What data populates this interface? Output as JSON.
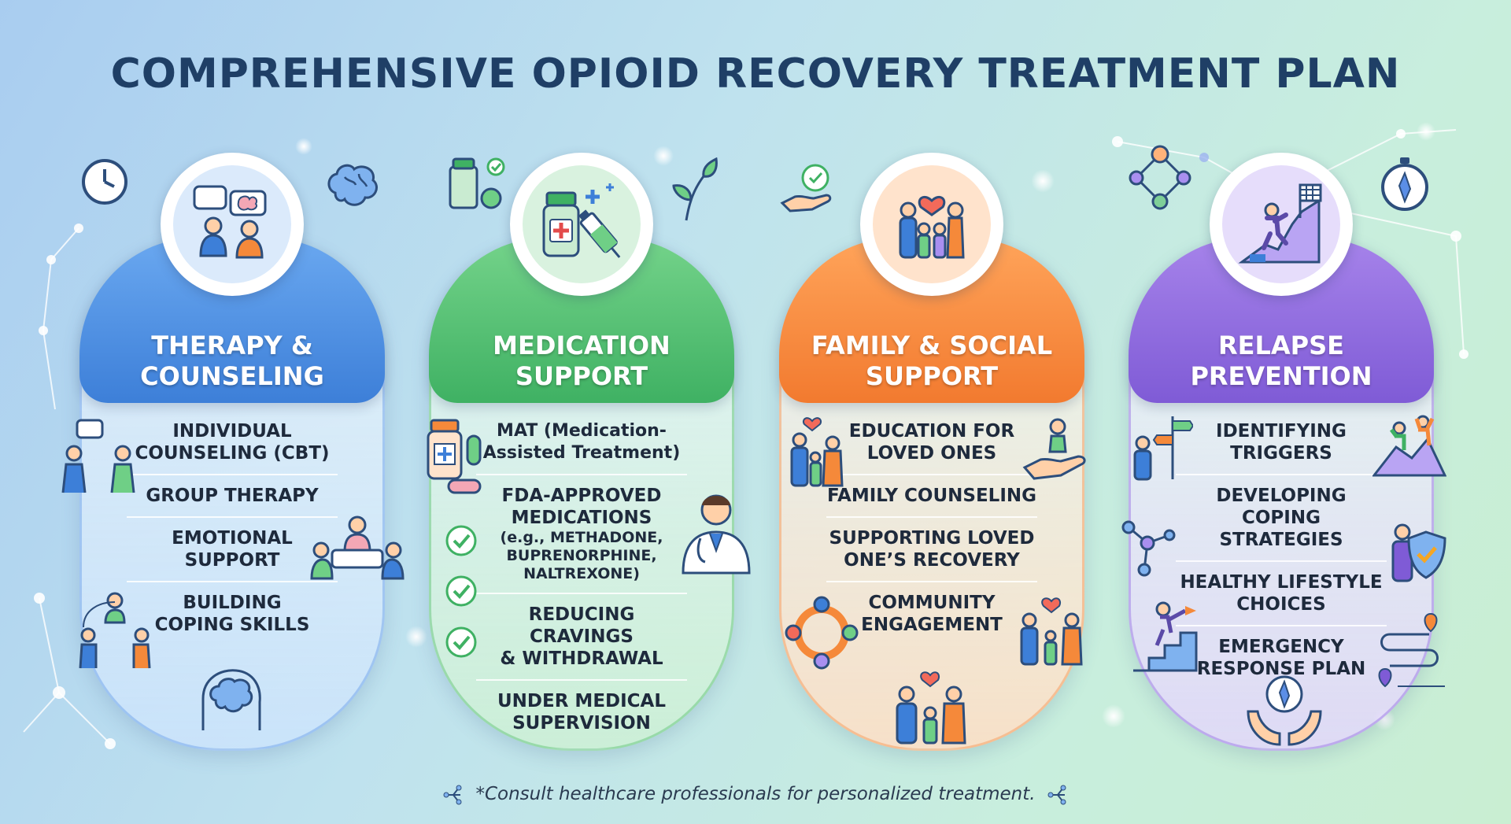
{
  "title": "COMPREHENSIVE OPIOID RECOVERY TREATMENT PLAN",
  "colors": {
    "therapy": "#4a8de0",
    "medication": "#4fbf6f",
    "family": "#f5893a",
    "relapse": "#8e6ce0",
    "title": "#1f3f66"
  },
  "cards": [
    {
      "heading_line1": "THERAPY &",
      "heading_line2": "COUNSELING",
      "icon": "counseling-session-icon",
      "items": [
        {
          "line1": "INDIVIDUAL",
          "line2": "COUNSELING (CBT)"
        },
        {
          "line1": "GROUP THERAPY",
          "line2": ""
        },
        {
          "line1": "EMOTIONAL",
          "line2": "SUPPORT"
        },
        {
          "line1": "BUILDING",
          "line2": "COPING SKILLS"
        }
      ]
    },
    {
      "heading_line1": "MEDICATION",
      "heading_line2": "SUPPORT",
      "icon": "medicine-bottle-syringe-icon",
      "items": [
        {
          "line1": "MAT (Medication-",
          "line2": "Assisted Treatment)"
        },
        {
          "line1": "FDA-APPROVED",
          "line2": "MEDICATIONS",
          "sub": "(e.g., METHADONE, BUPRENORPHINE, NALTREXONE)"
        },
        {
          "line1": "REDUCING CRAVINGS",
          "line2": "& WITHDRAWAL"
        },
        {
          "line1": "UNDER MEDICAL",
          "line2": "SUPERVISION"
        }
      ]
    },
    {
      "heading_line1": "FAMILY & SOCIAL",
      "heading_line2": "SUPPORT",
      "icon": "family-heart-icon",
      "items": [
        {
          "line1": "EDUCATION FOR",
          "line2": "LOVED ONES"
        },
        {
          "line1": "FAMILY COUNSELING",
          "line2": ""
        },
        {
          "line1": "SUPPORTING LOVED",
          "line2": "ONE’S RECOVERY"
        },
        {
          "line1": "COMMUNITY",
          "line2": "ENGAGEMENT"
        }
      ]
    },
    {
      "heading_line1": "RELAPSE",
      "heading_line2": "PREVENTION",
      "icon": "climbing-flag-icon",
      "items": [
        {
          "line1": "IDENTIFYING",
          "line2": "TRIGGERS"
        },
        {
          "line1": "DEVELOPING COPING",
          "line2": "STRATEGIES"
        },
        {
          "line1": "HEALTHY LIFESTYLE",
          "line2": "CHOICES"
        },
        {
          "line1": "EMERGENCY",
          "line2": "RESPONSE PLAN"
        }
      ]
    }
  ],
  "footnote": "*Consult healthcare professionals for personalized treatment."
}
